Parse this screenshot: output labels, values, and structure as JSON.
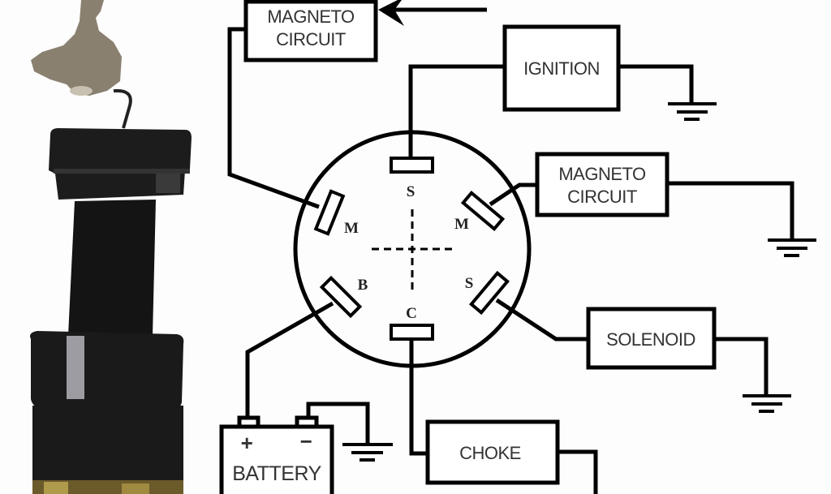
{
  "diagram": {
    "boxes": {
      "magneto_top": [
        "MAGNETO",
        "CIRCUIT"
      ],
      "ignition": "IGNITION",
      "magneto_right": [
        "MAGNETO",
        "CIRCUIT"
      ],
      "solenoid": "SOLENOID",
      "choke": "CHOKE",
      "battery": "BATTERY"
    },
    "battery_terminals": {
      "positive": "+",
      "negative": "−"
    },
    "switch_terminals": {
      "top": "S",
      "upper_left": "M",
      "upper_right": "M",
      "lower_left": "B",
      "lower_right": "S",
      "bottom": "C"
    },
    "colors": {
      "line": "#000000",
      "switch_body": "#1a1a1a",
      "key": "#8a8070",
      "background": "#fdfdfd"
    }
  }
}
